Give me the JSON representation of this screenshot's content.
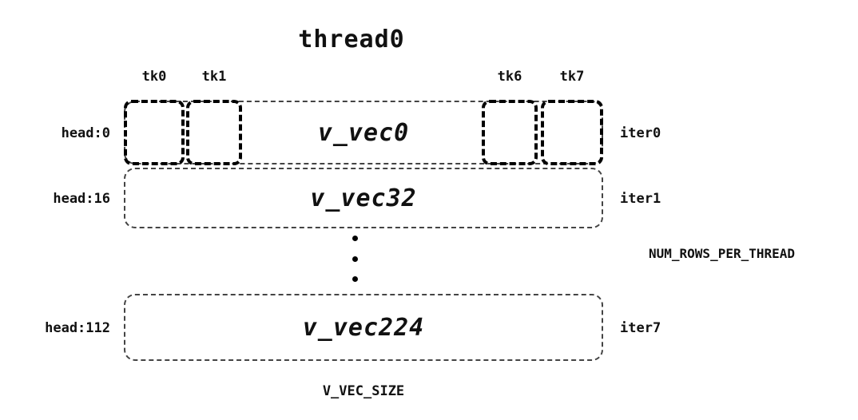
{
  "title": "thread0",
  "tk_labels": [
    "tk0",
    "tk1",
    "tk6",
    "tk7"
  ],
  "rows": [
    {
      "head": "head:0",
      "label": "v_vec0",
      "iter": "iter0"
    },
    {
      "head": "head:16",
      "label": "v_vec32",
      "iter": "iter1"
    },
    {
      "head": "head:112",
      "label": "v_vec224",
      "iter": "iter7"
    }
  ],
  "annotations": {
    "rows_per_thread": "NUM_ROWS_PER_THREAD",
    "vec_size": "V_VEC_SIZE"
  }
}
